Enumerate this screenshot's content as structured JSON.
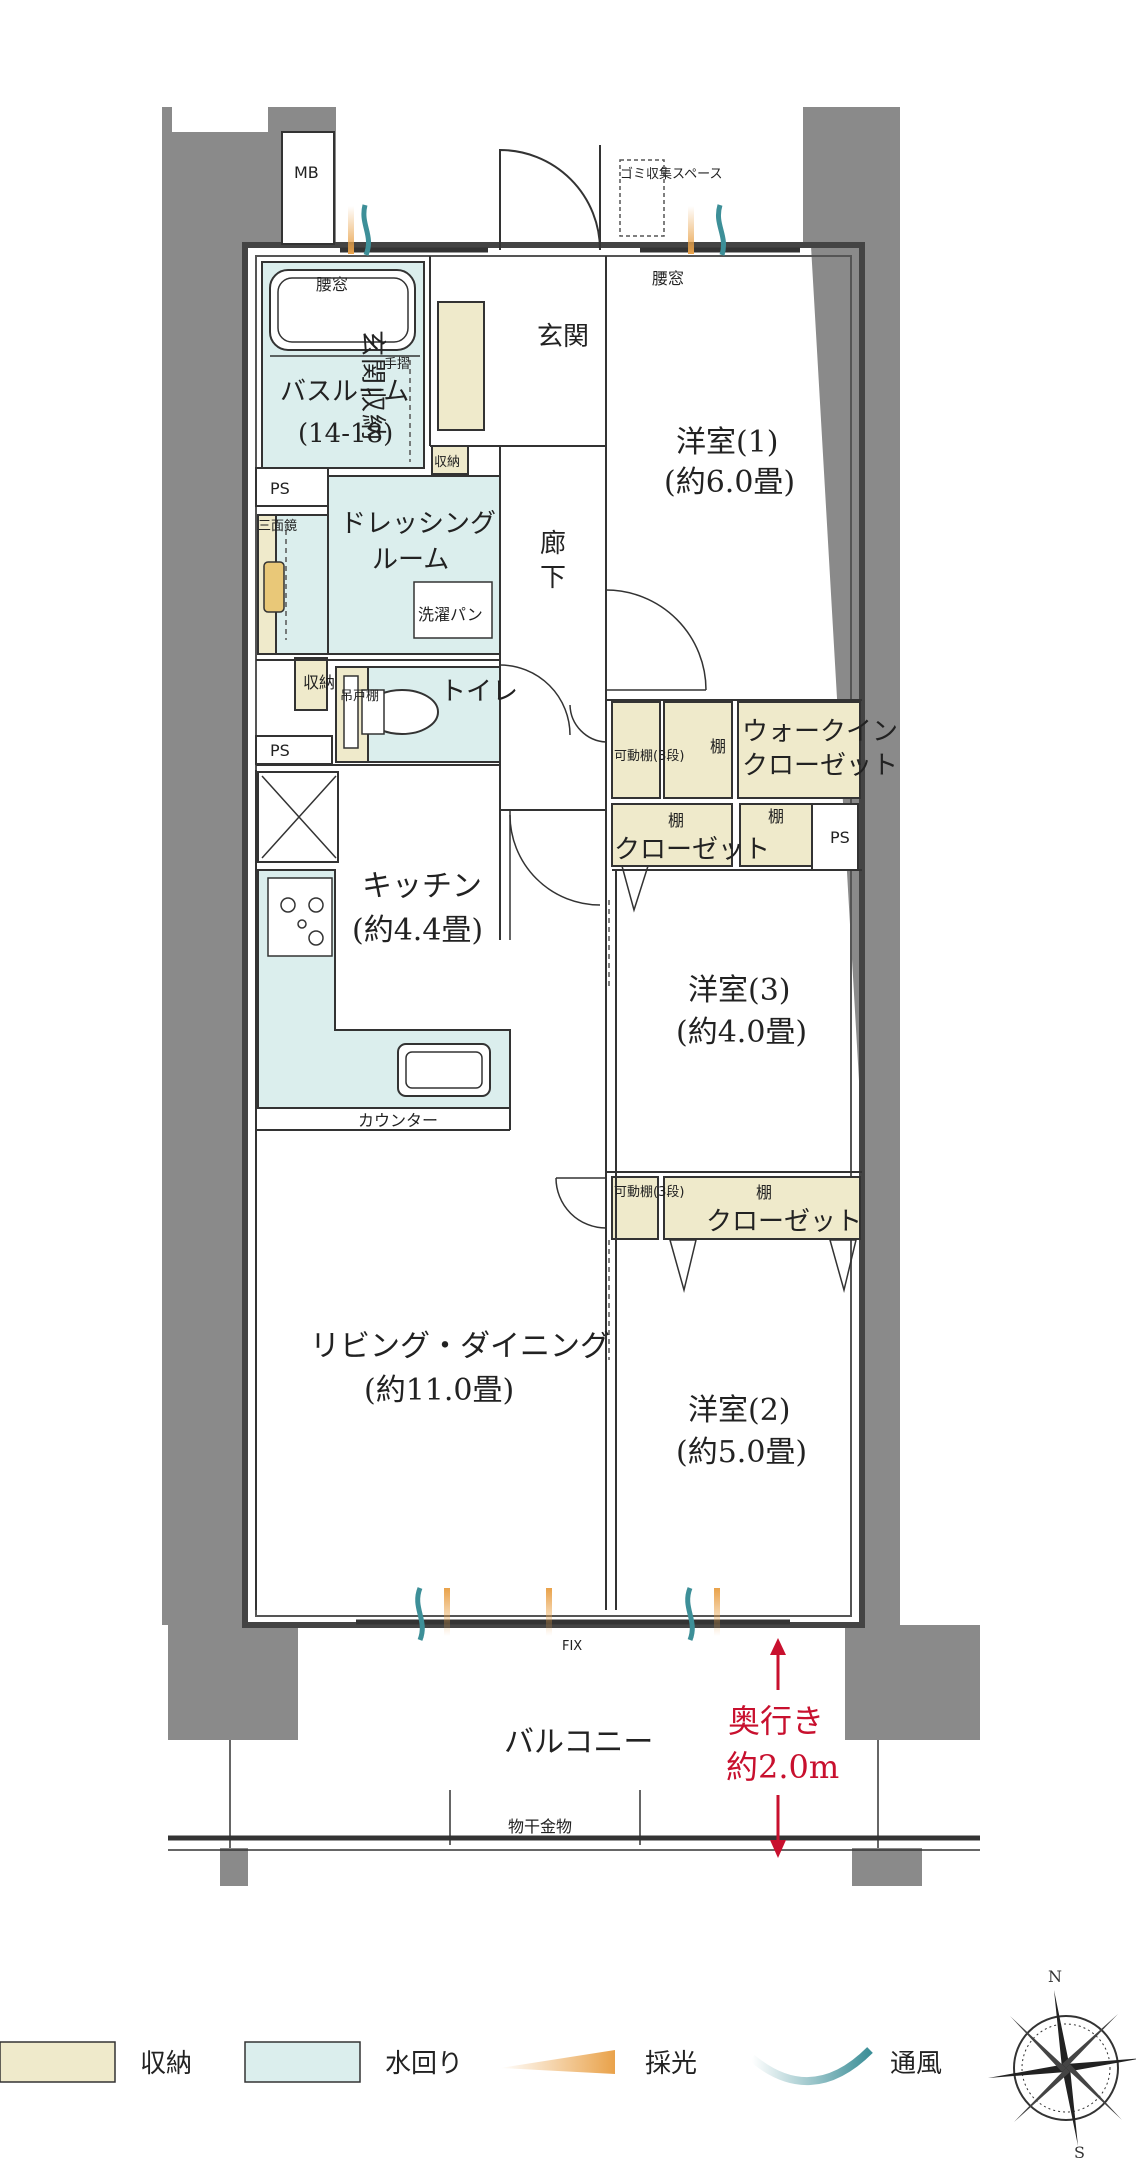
{
  "rooms": {
    "mb": "MB",
    "garbage": "ゴミ収集スペース",
    "window_left": "腰窓",
    "window_right": "腰窓",
    "entrance": "玄関",
    "entrance_storage": "玄関収納",
    "bathroom": "バスルーム",
    "bathroom_size": "(14-18)",
    "handrail": "手摺",
    "storage_small": "収納",
    "ps1": "PS",
    "ps2": "PS",
    "ps3": "PS",
    "dressing_l1": "ドレッシング",
    "dressing_l2": "ルーム",
    "mirror": "三面鏡",
    "laundry_pan": "洗濯パン",
    "corridor_l1": "廊",
    "corridor_l2": "下",
    "storage_toilet": "収納",
    "toilet": "トイレ",
    "hanging_shelf": "吊戸棚",
    "room1": "洋室(1)",
    "room1_size": "(約6.0畳)",
    "walkin_l1": "ウォークイン",
    "walkin_l2": "クローゼット",
    "shelf": "棚",
    "movable_shelf": "可動棚(3段)",
    "closet": "クローゼット",
    "kitchen": "キッチン",
    "kitchen_size": "(約4.4畳)",
    "room3": "洋室(3)",
    "room3_size": "(約4.0畳)",
    "counter": "カウンター",
    "living": "リビング・ダイニング",
    "living_size": "(約11.0畳)",
    "room2": "洋室(2)",
    "room2_size": "(約5.0畳)",
    "fix": "FIX",
    "balcony": "バルコニー",
    "depth_l1": "奥行き",
    "depth_l2": "約2.0m",
    "drying_rack": "物干金物"
  },
  "legend": {
    "storage": "収納",
    "water": "水回り",
    "light": "採光",
    "wind": "通風"
  },
  "compass": {
    "north": "N",
    "south": "S"
  },
  "colors": {
    "storage": "#efeacb",
    "water": "#dbeeed",
    "wall": "#8a8a8a",
    "accent": "#c8102e",
    "light": "#e9a24a",
    "wind": "#3d8f98"
  }
}
